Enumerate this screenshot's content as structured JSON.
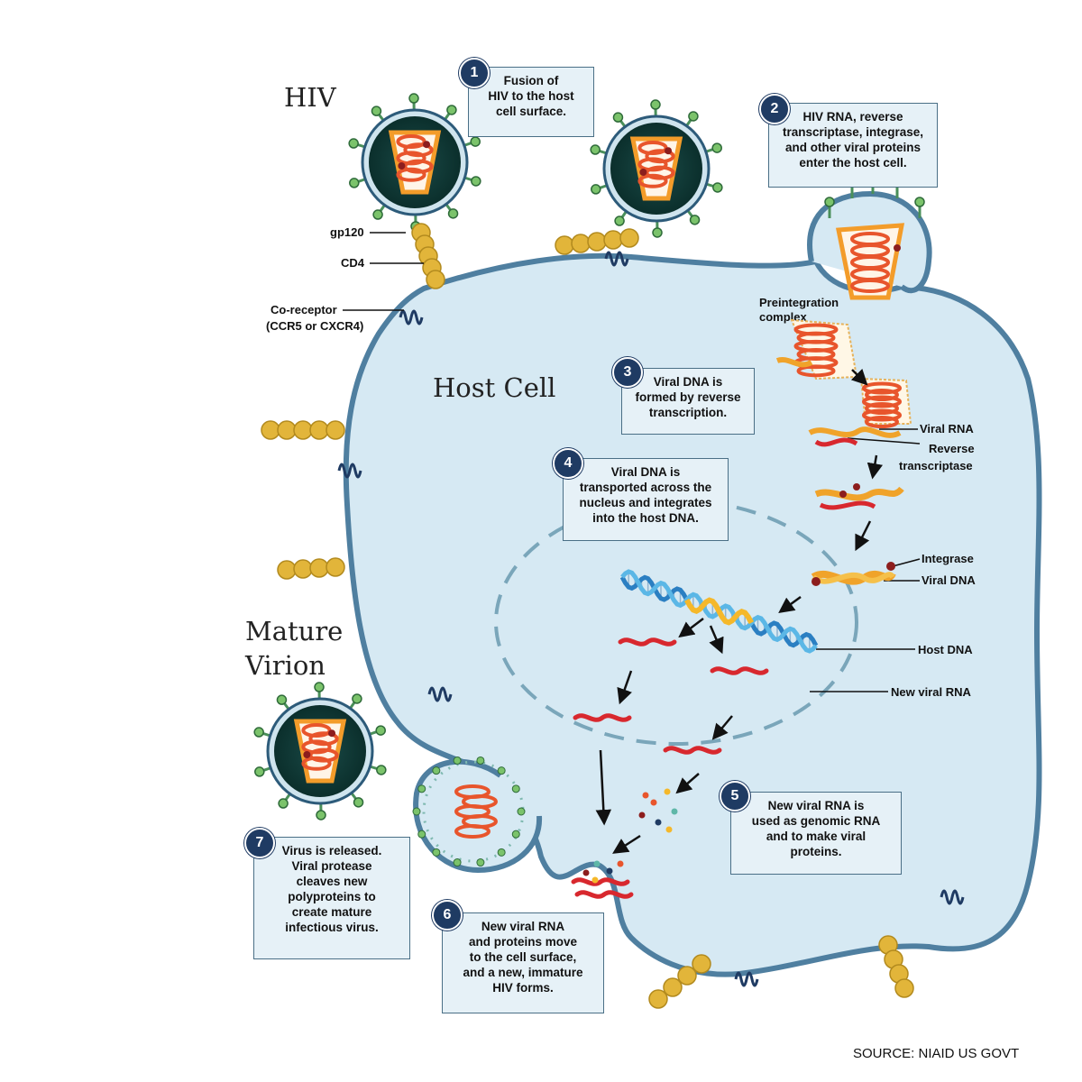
{
  "titles": {
    "hiv": "HIV",
    "host_cell": "Host Cell",
    "mature_virion_line1": "Mature",
    "mature_virion_line2": "Virion"
  },
  "labels": {
    "gp120": "gp120",
    "cd4": "CD4",
    "coreceptor_line1": "Co-receptor",
    "coreceptor_line2": "(CCR5 or CXCR4)",
    "preintegration_line1": "Preintegration",
    "preintegration_line2": "complex",
    "viral_rna": "Viral RNA",
    "reverse_transcriptase_line1": "Reverse",
    "reverse_transcriptase_line2": "transcriptase",
    "integrase": "Integrase",
    "viral_dna": "Viral DNA",
    "host_dna": "Host DNA",
    "new_viral_rna": "New viral RNA"
  },
  "steps": [
    {
      "num": "1",
      "lines": [
        "Fusion of",
        "HIV to the host",
        "cell surface."
      ]
    },
    {
      "num": "2",
      "lines": [
        "HIV RNA, reverse",
        "transcriptase, integrase,",
        "and other viral proteins",
        "enter the host cell."
      ]
    },
    {
      "num": "3",
      "lines": [
        "Viral DNA is",
        "formed by reverse",
        "transcription."
      ]
    },
    {
      "num": "4",
      "lines": [
        "Viral DNA is",
        "transported across the",
        "nucleus and integrates",
        "into the host DNA."
      ]
    },
    {
      "num": "5",
      "lines": [
        "New viral RNA is",
        "used as genomic RNA",
        "and to make viral",
        "proteins."
      ]
    },
    {
      "num": "6",
      "lines": [
        "New viral RNA",
        "and proteins move",
        "to the cell surface,",
        "and a new, immature",
        "HIV forms."
      ]
    },
    {
      "num": "7",
      "lines": [
        "Virus is released.",
        "Viral protease",
        "cleaves new",
        "polyproteins to",
        "create mature",
        "infectious virus."
      ]
    }
  ],
  "source": "SOURCE: NIAID US GOVT",
  "colors": {
    "cell_fill": "#d6e9f3",
    "membrane": "#4f7fa0",
    "virion_core": "#0f3d3a",
    "capsid": "#f39c2a",
    "rna": "#d8282e",
    "receptor": "#e2b53a",
    "step_badge": "#1f3b63"
  }
}
